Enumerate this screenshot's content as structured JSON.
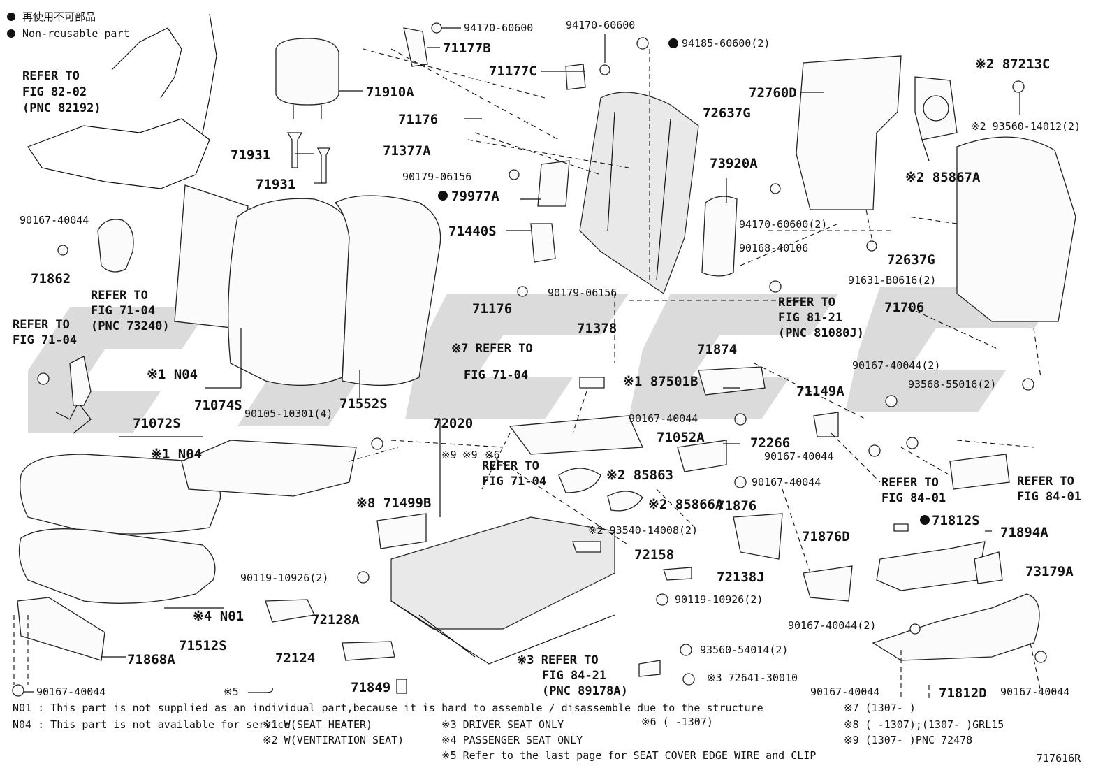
{
  "legend": {
    "line1": "再使用不可部品",
    "line2": "Non-reusable part"
  },
  "labels": {
    "refer_8202": "REFER TO",
    "refer_8202_b": "FIG 82-02",
    "refer_8202_c": "(PNC 82192)",
    "p71910A": "71910A",
    "p71931a": "71931",
    "p71931b": "71931",
    "p90167_tl": "90167-40044",
    "p71862": "71862",
    "refer_7104_a": "REFER TO",
    "refer_7104_a2": "FIG 71-04",
    "refer_7104_a3": "(PNC 73240)",
    "refer_7104_b": "REFER TO",
    "refer_7104_b2": "FIG 71-04",
    "p_n04_1": "※1 N04",
    "p71074S": "71074S",
    "p71552S": "71552S",
    "p71072S": "71072S",
    "p_n04_2": "※1 N04",
    "p71512S": "71512S",
    "p_n01": "※4 N01",
    "p71868A": "71868A",
    "p90167_bl": "90167-40044",
    "p94170_a": "94170-60600",
    "p71177B": "71177B",
    "p94170_b": "94170-60600",
    "p71177C": "71177C",
    "p71176_a": "71176",
    "p71377A": "71377A",
    "p90179_a": "90179-06156",
    "p79977A": "79977A",
    "p71440S": "71440S",
    "p90179_b": "90179-06156",
    "p71176_b": "71176",
    "p71378": "71378",
    "refer_7104_c": "※7 REFER TO",
    "refer_7104_c2": "FIG 71-04",
    "p90105": "90105-10301(4)",
    "p72020": "72020",
    "p_x9a": "※9",
    "p_x9b": "※9",
    "p_x6": "※6",
    "refer_7104_d": "REFER TO",
    "refer_7104_d2": "FIG 71-04",
    "p71499B": "※8 71499B",
    "p90119_a": "90119-10926(2)",
    "p72128A": "72128A",
    "p72124": "72124",
    "p71849": "71849",
    "p_x5": "※5",
    "p94185": "94185-60600(2)",
    "p72760D": "72760D",
    "p72637G_a": "72637G",
    "p73920A": "73920A",
    "p94170_c": "94170-60600(2)",
    "p90168": "90168-40106",
    "refer_8121": "REFER TO",
    "refer_8121_b": "FIG 81-21",
    "refer_8121_c": "(PNC 81080J)",
    "p71874": "71874",
    "p87501B": "※1 87501B",
    "p90167_m": "90167-40044",
    "p71052A": "71052A",
    "p72266": "72266",
    "p85863": "※2 85863",
    "p85866A": "※2 85866A",
    "p93540": "※2 93540-14008(2)",
    "p72158": "72158",
    "p72138J": "72138J",
    "p90119_b": "90119-10926(2)",
    "p93560_54014": "93560-54014(2)",
    "refer_8421": "※3 REFER TO",
    "refer_8421_b": "FIG 84-21",
    "refer_8421_c": "(PNC 89178A)",
    "p72641": "※3 72641-30010",
    "p90167_c": "90167-40044",
    "p71876": "71876",
    "p87213C": "※2 87213C",
    "p93560_14012": "※2 93560-14012(2)",
    "p85867A": "※2 85867A",
    "p72637G_b": "72637G",
    "p91631": "91631-B0616(2)",
    "p71706": "71706",
    "p90167_r2": "90167-40044(2)",
    "p93568": "93568-55016(2)",
    "p71149A": "71149A",
    "p90167_r": "90167-40044",
    "refer_8401_a": "REFER TO",
    "refer_8401_a2": "FIG 84-01",
    "refer_8401_b": "REFER TO",
    "refer_8401_b2": "FIG 84-01",
    "p71812S": "71812S",
    "p71894A": "71894A",
    "p71876D": "71876D",
    "p73179A": "73179A",
    "p90167_r3": "90167-40044(2)",
    "p90167_r4": "90167-40044",
    "p71812D": "71812D",
    "p90167_r5": "90167-40044"
  },
  "notes": {
    "n01": "N01 : This part is not supplied as an individual part,because it is hard to assemble / disassemble due to the structure",
    "n04": "N04 : This part is not available for service",
    "x1": "※1  W(SEAT  HEATER)",
    "x2": "※2  W(VENTIRATION  SEAT)",
    "x3": "※3  DRIVER SEAT ONLY",
    "x4": "※4  PASSENGER  SEAT ONLY",
    "x5": "※5 Refer to the last page for SEAT COVER EDGE WIRE and CLIP",
    "x6": "※6 (       -1307)",
    "x7": "※7 (1307-       )",
    "x8": "※8 (        -1307);(1307-       )GRL15",
    "x9": "※9 (1307-      )PNC 72478",
    "drawing_no": "717616R"
  },
  "colors": {
    "watermark": "#cfcfcf",
    "ink": "#111111"
  }
}
